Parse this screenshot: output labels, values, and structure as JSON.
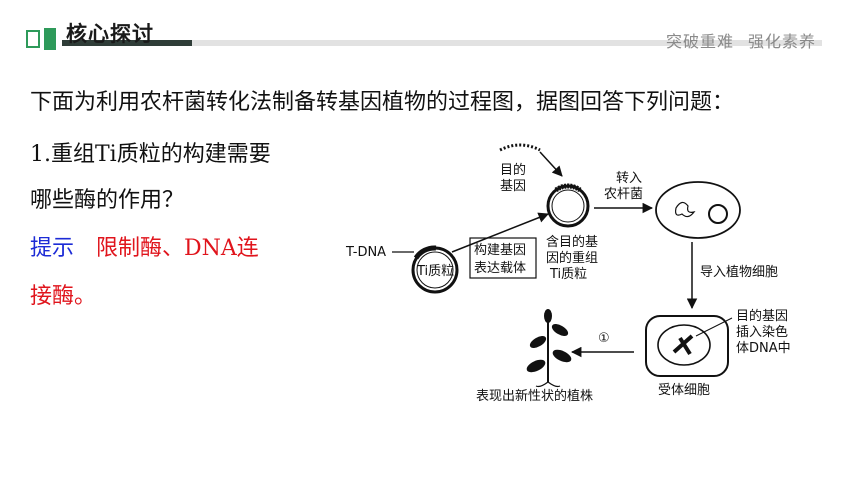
{
  "header": {
    "title": "核心探讨",
    "right_1": "突破重难",
    "right_2": "强化素养"
  },
  "content": {
    "intro": "下面为利用农杆菌转化法制备转基因植物的过程图，据图回答下列问题：",
    "question_line1": "1.重组Ti质粒的构建需要",
    "question_line2": "哪些酶的作用？",
    "hint_label": "提示",
    "hint_answer_line1": "限制酶、DNA连",
    "hint_answer_line2": "接酶。"
  },
  "diagram": {
    "target_gene_1": "目的",
    "target_gene_2": "基因",
    "tdna": "T-DNA",
    "ti_plasmid": "Ti质粒",
    "build_vector_1": "构建基因",
    "build_vector_2": "表达载体",
    "recombinant_1": "含目的基",
    "recombinant_2": "因的重组",
    "recombinant_3": "Ti质粒",
    "transfer_1": "转入",
    "transfer_2": "农杆菌",
    "import_plant_cell": "导入植物细胞",
    "insert_1": "目的基因",
    "insert_2": "插入染色",
    "insert_3": "体DNA中",
    "step_number": "①",
    "recipient_cell": "受体细胞",
    "new_plant": "表现出新性状的植株"
  }
}
